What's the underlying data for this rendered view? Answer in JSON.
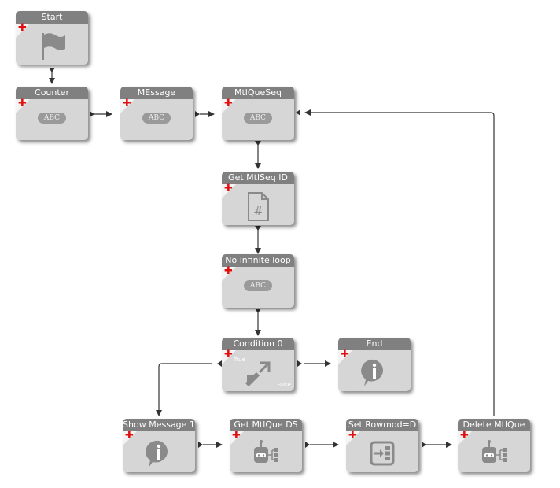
{
  "nodes": {
    "start": {
      "label": "Start"
    },
    "counter": {
      "label": "Counter",
      "icon_text": "ABC"
    },
    "message": {
      "label": "MEssage",
      "icon_text": "ABC"
    },
    "mtlqueseq": {
      "label": "MtlQueSeq",
      "icon_text": "ABC"
    },
    "get_mtlseq_id": {
      "label": "Get MtlSeq ID"
    },
    "no_infinite_loop": {
      "label": "No infinite loop",
      "icon_text": "ABC"
    },
    "condition_0": {
      "label": "Condition 0",
      "true_label": "True",
      "false_label": "False"
    },
    "end": {
      "label": "End"
    },
    "show_message_1": {
      "label": "Show Message 1"
    },
    "get_mtlque_ds": {
      "label": "Get MtlQue DS"
    },
    "set_rowmod_d": {
      "label": "Set Rowmod=D"
    },
    "delete_mtlque": {
      "label": "Delete MtlQue"
    }
  },
  "icons": {
    "start": "flag-icon",
    "abc": "abc-variable-icon",
    "get_mtlseq_id": "hash-document-icon",
    "condition_0": "condition-arrow-icon",
    "info": "info-bubble-icon",
    "dataset": "dataset-robot-icon",
    "set_rowmod": "set-field-icon"
  },
  "colors": {
    "node_body": "#d6d6d6",
    "node_header": "#808080",
    "add_marker": "#e01010",
    "connector": "#333333"
  }
}
